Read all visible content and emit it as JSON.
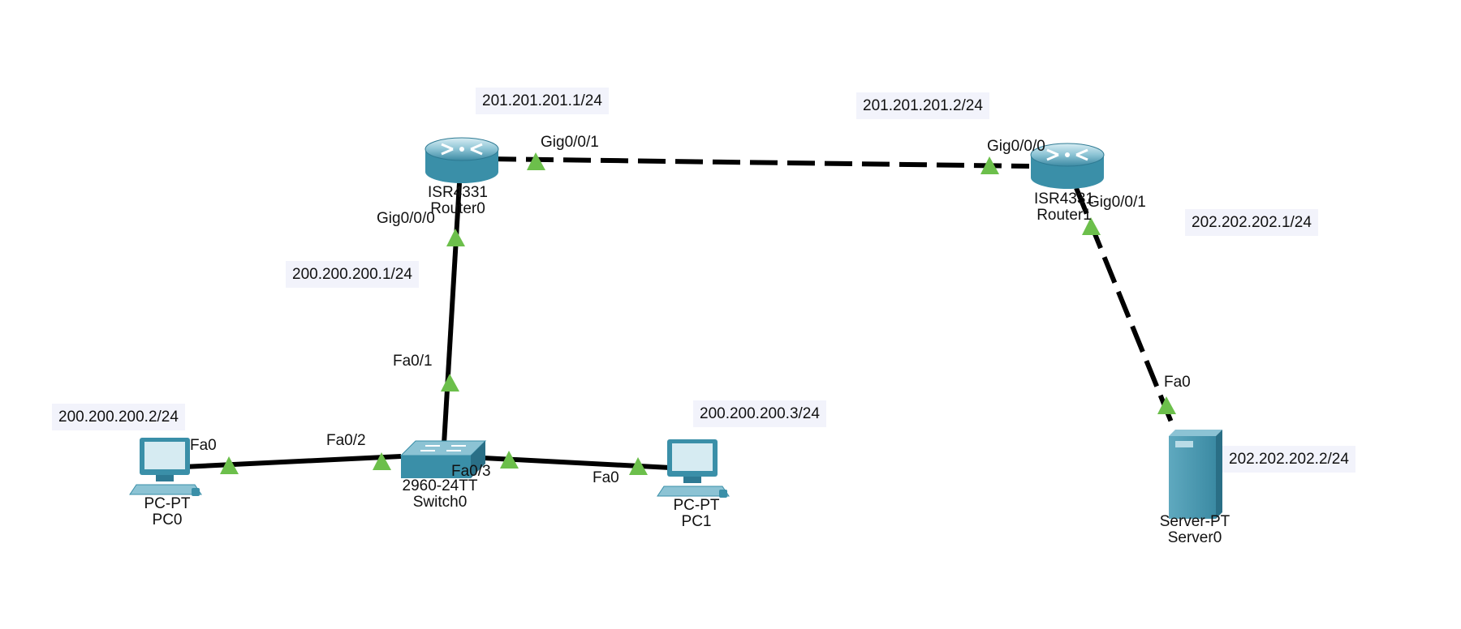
{
  "devices": {
    "router0": {
      "model": "ISR4331",
      "name": "Router0"
    },
    "router1": {
      "model": "ISR4331",
      "name": "Router1"
    },
    "switch0": {
      "model": "2960-24TT",
      "name": "Switch0"
    },
    "pc0": {
      "model": "PC-PT",
      "name": "PC0"
    },
    "pc1": {
      "model": "PC-PT",
      "name": "PC1"
    },
    "server0": {
      "model": "Server-PT",
      "name": "Server0"
    }
  },
  "ports": {
    "r0_g001": "Gig0/0/1",
    "r0_g000": "Gig0/0/0",
    "r1_g000": "Gig0/0/0",
    "r1_g001": "Gig0/0/1",
    "sw_fa01": "Fa0/1",
    "sw_fa02": "Fa0/2",
    "sw_fa03": "Fa0/3",
    "pc0_fa0": "Fa0",
    "pc1_fa0": "Fa0",
    "srv_fa0": "Fa0"
  },
  "ips": {
    "r0_wan": "201.201.201.1/24",
    "r1_wan": "201.201.201.2/24",
    "r0_lan": "200.200.200.1/24",
    "r1_lan": "202.202.202.1/24",
    "pc0": "200.200.200.2/24",
    "pc1": "200.200.200.3/24",
    "server0": "202.202.202.2/24"
  },
  "colors": {
    "link": "#000000",
    "link_up_marker": "#6cbf4b",
    "device_teal": "#3a8fa8",
    "label_bg": "#f2f3fb"
  }
}
